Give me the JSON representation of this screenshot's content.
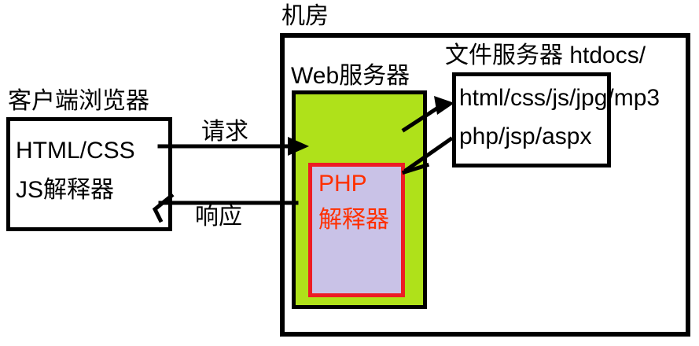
{
  "machine_room": {
    "label": "机房"
  },
  "client": {
    "label": "客户端浏览器",
    "lines": [
      "HTML/CSS",
      "JS解释器"
    ]
  },
  "web_server": {
    "label": "Web服务器"
  },
  "php_interpreter": {
    "lines": [
      "PHP",
      "解释器"
    ]
  },
  "file_server": {
    "label": "文件服务器 htdocs/",
    "lines": [
      "html/css/js/jpg/mp3",
      "php/jsp/aspx"
    ]
  },
  "arrows": {
    "request_label": "请求",
    "response_label": "响应"
  },
  "colors": {
    "green_fill": "#afe11a",
    "php_fill": "#c9c2e7",
    "php_border": "#ed1c24",
    "php_text": "#ff3000",
    "outline": "#000000",
    "bg": "#ffffff"
  }
}
